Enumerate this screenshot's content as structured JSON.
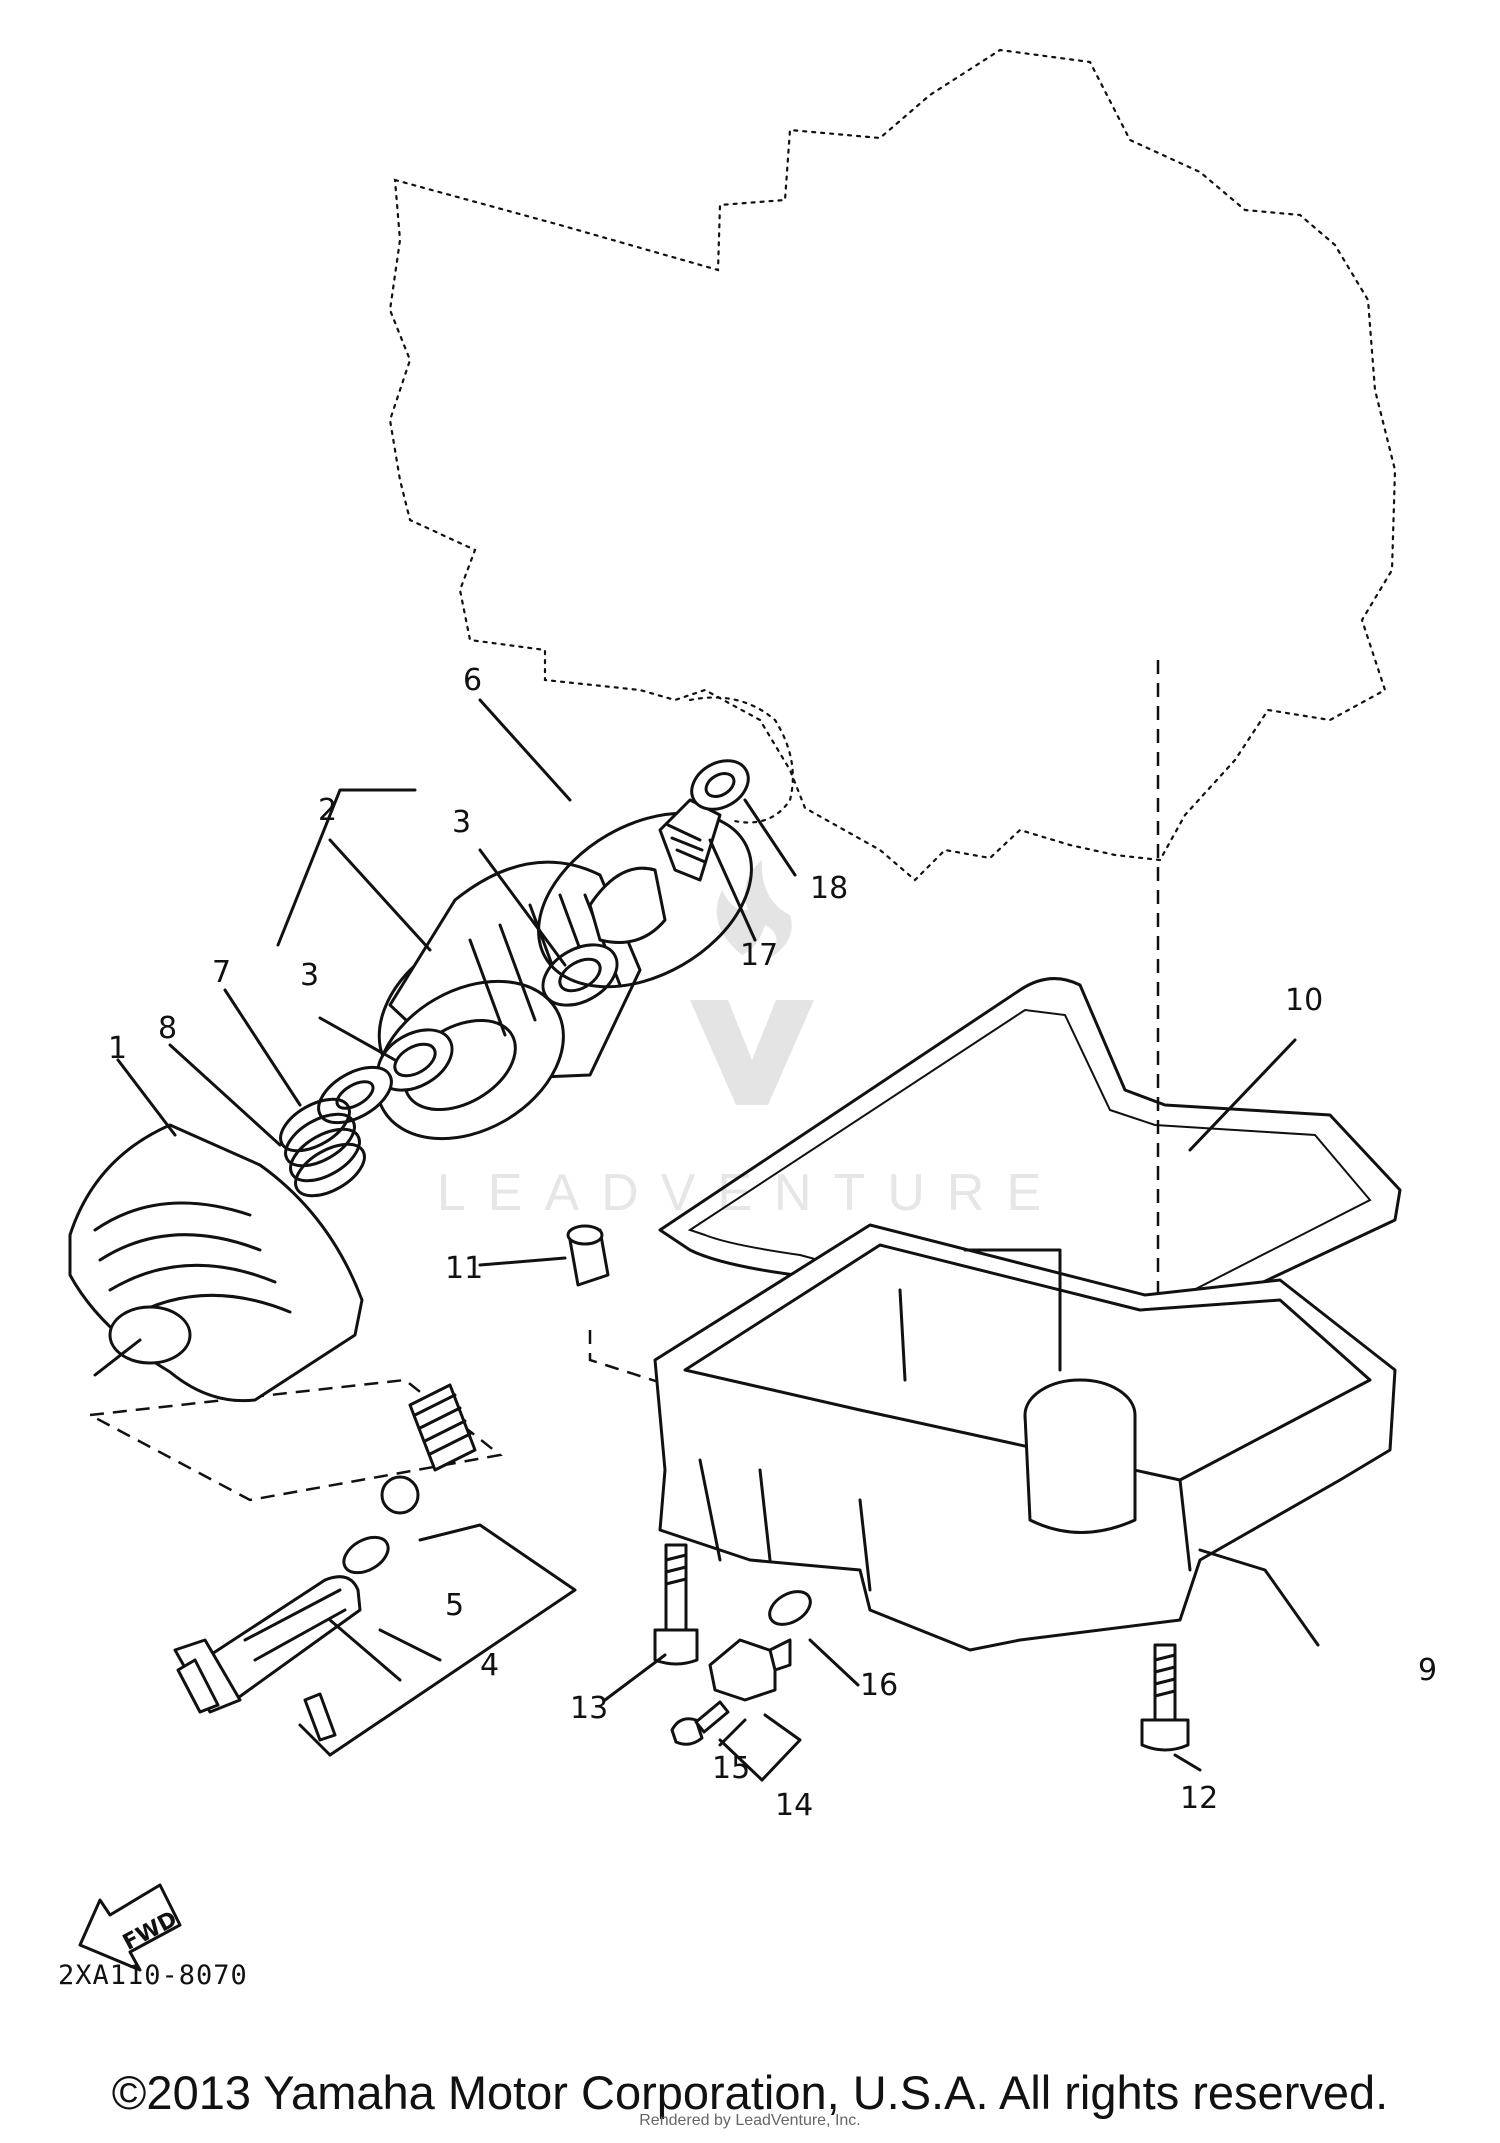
{
  "diagram": {
    "callouts": [
      {
        "id": "1",
        "text": "1"
      },
      {
        "id": "2",
        "text": "2"
      },
      {
        "id": "3a",
        "text": "3"
      },
      {
        "id": "3b",
        "text": "3"
      },
      {
        "id": "4",
        "text": "4"
      },
      {
        "id": "5",
        "text": "5"
      },
      {
        "id": "6",
        "text": "6"
      },
      {
        "id": "7",
        "text": "7"
      },
      {
        "id": "8",
        "text": "8"
      },
      {
        "id": "9",
        "text": "9"
      },
      {
        "id": "10",
        "text": "10"
      },
      {
        "id": "11",
        "text": "11"
      },
      {
        "id": "12",
        "text": "12"
      },
      {
        "id": "13",
        "text": "13"
      },
      {
        "id": "14",
        "text": "14"
      },
      {
        "id": "15",
        "text": "15"
      },
      {
        "id": "16",
        "text": "16"
      },
      {
        "id": "17",
        "text": "17"
      },
      {
        "id": "18",
        "text": "18"
      }
    ],
    "direction_arrow_label": "FWD",
    "diagram_code": "2XA110-8070",
    "watermark_text": "LEADVENTURE"
  },
  "footer": {
    "copyright": "©2013 Yamaha Motor Corporation, U.S.A. All rights reserved.",
    "rendered_by": "Rendered by LeadVenture, Inc."
  }
}
